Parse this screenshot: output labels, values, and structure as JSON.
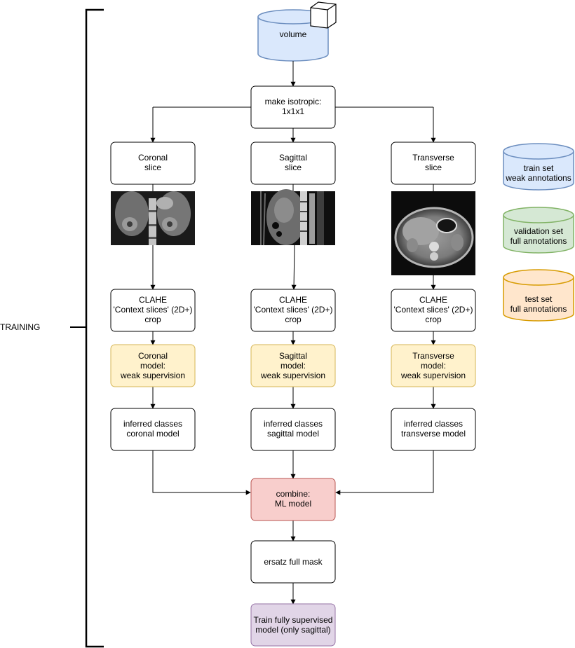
{
  "side_label": "TRAINING",
  "nodes": {
    "volume": [
      "volume"
    ],
    "isotropic": [
      "make isotropic:",
      "1x1x1"
    ],
    "coronal_slice": [
      "Coronal",
      "slice"
    ],
    "sagittal_slice": [
      "Sagittal",
      "slice"
    ],
    "transverse_slice": [
      "Transverse",
      "slice"
    ],
    "coronal_clahe": [
      "CLAHE",
      "'Context slices' (2D+)",
      "crop"
    ],
    "sagittal_clahe": [
      "CLAHE",
      "'Context slices' (2D+)",
      "crop"
    ],
    "transverse_clahe": [
      "CLAHE",
      "'Context slices' (2D+)",
      "crop"
    ],
    "coronal_model": [
      "Coronal",
      "model:",
      "weak supervision"
    ],
    "sagittal_model": [
      "Sagittal",
      "model:",
      "weak supervision"
    ],
    "transverse_model": [
      "Transverse",
      "model:",
      "weak supervision"
    ],
    "coronal_inferred": [
      "inferred classes",
      "coronal model"
    ],
    "sagittal_inferred": [
      "inferred classes",
      "sagittal model"
    ],
    "transverse_inferred": [
      "inferred classes",
      "transverse model"
    ],
    "combine": [
      "combine:",
      "ML model"
    ],
    "ersatz": [
      "ersatz full mask"
    ],
    "train_full": [
      "Train fully supervised",
      "model (only sagittal)"
    ]
  },
  "legend": {
    "train": [
      "train set",
      "weak annotations"
    ],
    "validation": [
      "validation set",
      "full annotations"
    ],
    "test": [
      "test set",
      "full annotations"
    ]
  },
  "colors": {
    "blue_fill": "#dae8fc",
    "blue_stroke": "#6c8ebf",
    "green_fill": "#d5e8d4",
    "green_stroke": "#82b366",
    "orange_fill": "#ffe6cc",
    "orange_stroke": "#d79b00",
    "yellow_fill": "#fff2cc",
    "yellow_stroke": "#d6b656",
    "red_fill": "#f8cecc",
    "red_stroke": "#b85450",
    "purple_fill": "#e1d5e7",
    "purple_stroke": "#9673a6"
  },
  "images": {
    "coronal": "coronal-ct-scan",
    "sagittal": "sagittal-ct-scan",
    "transverse": "transverse-ct-scan"
  },
  "icons": {
    "cube": "cube-icon"
  }
}
